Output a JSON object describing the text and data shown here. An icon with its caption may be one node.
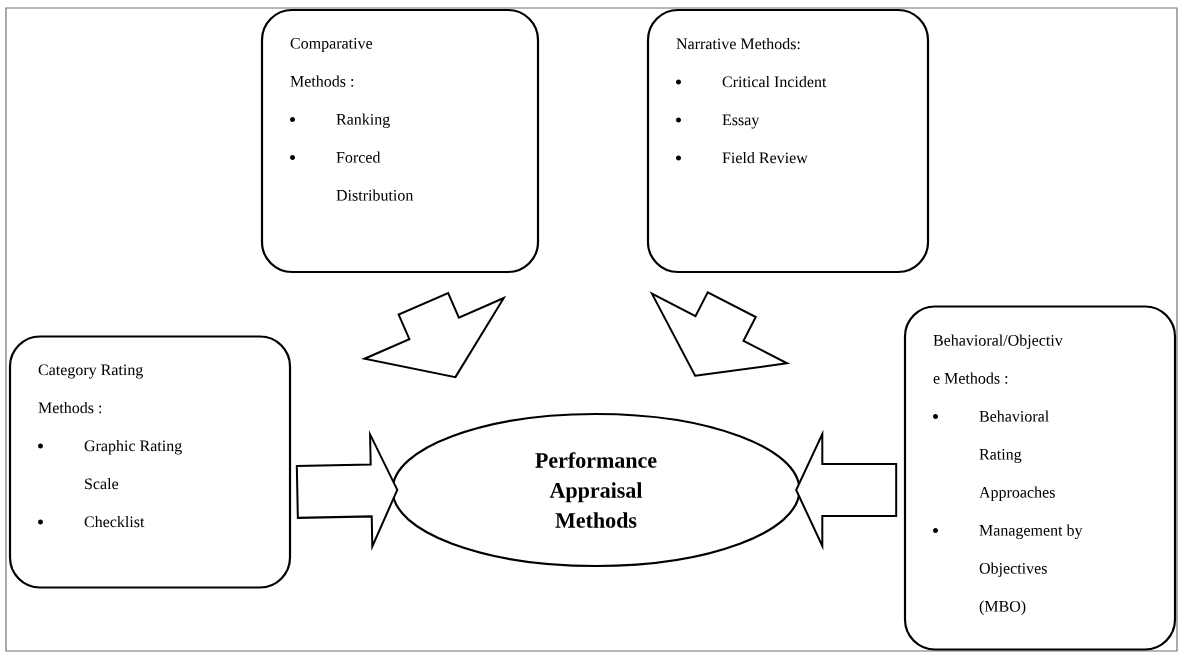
{
  "diagram": {
    "nodes": [
      {
        "text": [
          "Comparative Methods :",
          "Ranking",
          "Forced Distribution"
        ]
      },
      {
        "text": [
          "Narrative Methods:",
          "Critical Incident",
          "Essay",
          "Field Review"
        ]
      },
      {
        "text": [
          "Category Rating Methods :",
          "Graphic Rating Scale",
          "Checklist"
        ]
      },
      {
        "text": [
          "Performance Appraisal Methods"
        ]
      },
      {
        "text": [
          "Behavioral/Objectiv e Methods :",
          "Behavioral Rating Approaches",
          "Management by Objectives (MBO)"
        ]
      }
    ],
    "edges": [
      {
        "from": 0,
        "to": 3,
        "arrow": "to"
      },
      {
        "from": 1,
        "to": 3,
        "arrow": "to"
      },
      {
        "from": 2,
        "to": 3,
        "arrow": "to"
      },
      {
        "from": 4,
        "to": 3,
        "arrow": "to"
      }
    ]
  }
}
